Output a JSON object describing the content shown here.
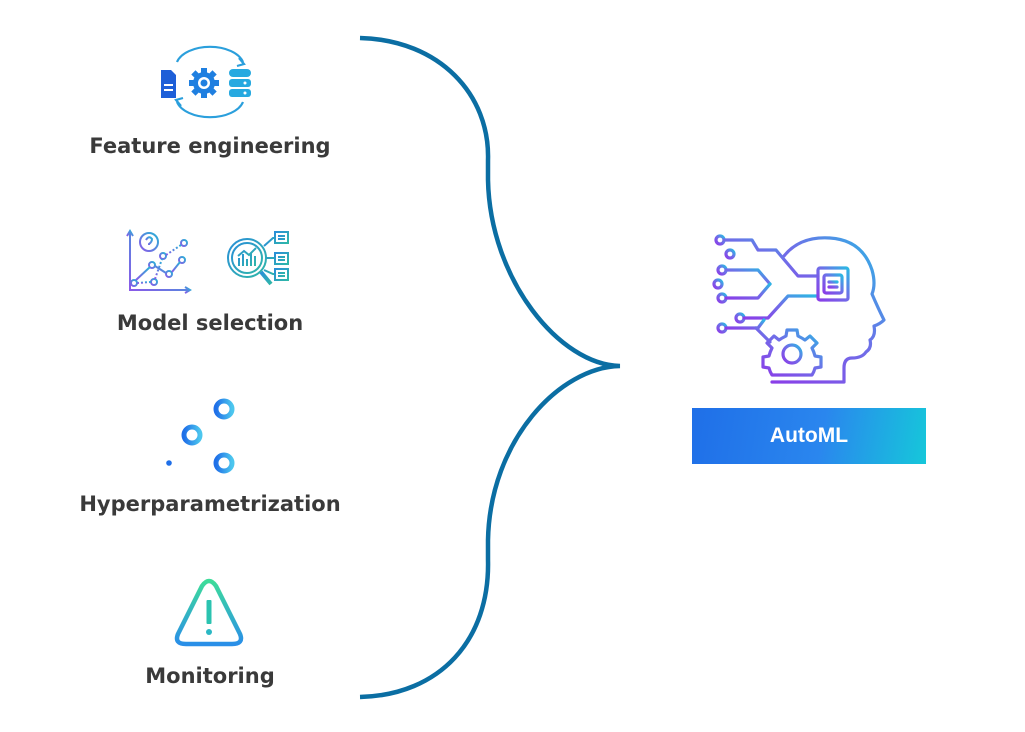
{
  "diagram": {
    "inputs": [
      {
        "label": "Feature engineering",
        "icon": "feature-engineering-icon"
      },
      {
        "label": "Model selection",
        "icon": "model-selection-icon"
      },
      {
        "label": "Hyperparametrization",
        "icon": "sliders-icon"
      },
      {
        "label": "Monitoring",
        "icon": "warning-icon"
      }
    ],
    "connector": "curly-brace",
    "output": {
      "label": "AutoML",
      "icon": "ai-head-icon"
    },
    "colors": {
      "brace": "#0b6ea3",
      "text": "#3a3a3a",
      "box_gradient_start": "#1f6fe8",
      "box_gradient_end": "#16c7da"
    }
  }
}
